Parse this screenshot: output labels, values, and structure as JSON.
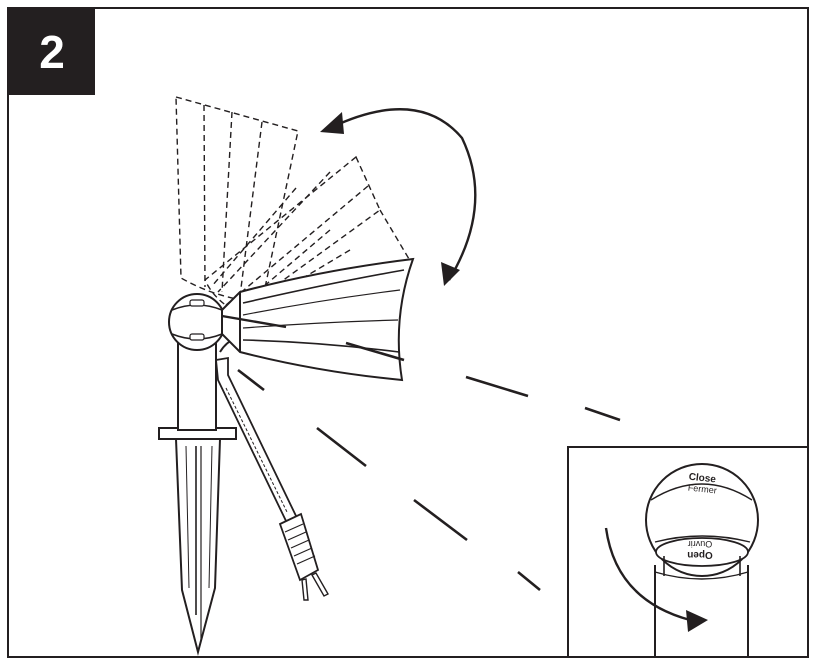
{
  "step": {
    "number": "2"
  },
  "inset": {
    "label_top_line1": "Close",
    "label_top_line2": "Fermer",
    "label_bottom_line1": "Open",
    "label_bottom_line2": "Ouvrir"
  },
  "colors": {
    "ink": "#231f20",
    "paper": "#ffffff"
  }
}
